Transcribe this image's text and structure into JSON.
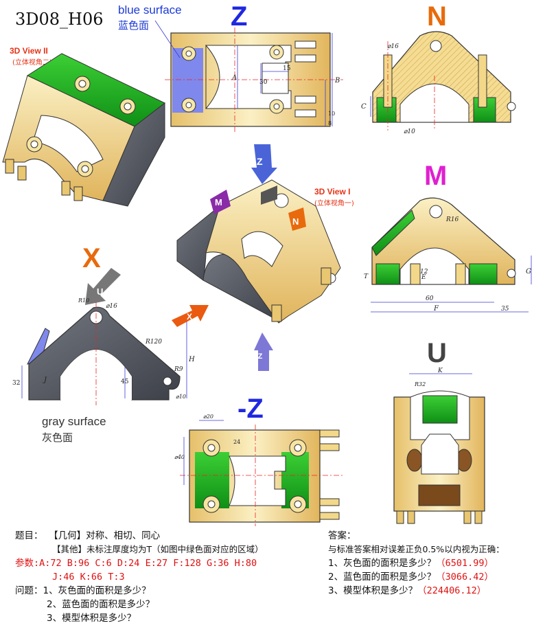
{
  "header": {
    "title": "3D08_H06",
    "blue_label": "blue surface",
    "blue_label_cn": "蓝色面",
    "gray_label": "gray surface",
    "gray_label_cn": "灰色面",
    "view2": "3D View II",
    "view2_cn": "(立体视角二)",
    "view1": "3D View I",
    "view1_cn": "(立体视角一)"
  },
  "views": {
    "z": "Z",
    "n": "N",
    "m": "M",
    "x": "X",
    "u": "U",
    "neg_z": "-Z"
  },
  "arrows": {
    "z": "Z",
    "m": "M",
    "n": "N",
    "u": "U",
    "x": "X",
    "neg_z": "-Z"
  },
  "dims": {
    "a": "A",
    "b": "B",
    "c": "C",
    "e": "E",
    "f": "F",
    "g": "G",
    "h": "H",
    "k": "K",
    "t": "T",
    "j": "J",
    "d30": "30",
    "d15": "15",
    "d10": "10",
    "d8": "8",
    "d16": "⌀16",
    "d10b": "⌀10",
    "r10": "R10",
    "r120": "R120",
    "r9": "R9",
    "d32": "32",
    "d45": "45",
    "d60": "60",
    "d35": "35",
    "d12": "12",
    "d20": "⌀20",
    "d24": "24",
    "d40": "⌀40",
    "r32": "R32",
    "r16": "R16",
    "x_r10": "R10",
    "x_d16": "⌀16",
    "x_d10": "⌀10",
    "u_r32": "R32"
  },
  "problem": {
    "line1_label": "题目：",
    "line1": "【几何】对称、相切、同心",
    "line2": "【其他】未标注厚度均为T（如图中绿色面对应的区域）",
    "params_label": "参数:",
    "params1": "A:72 B:96 C:6 D:24 E:27 F:128 G:36 H:80",
    "params2": "J:46 K:66 T:3",
    "q_label": "问题：",
    "q1": "1、灰色面的面积是多少？",
    "q2": "2、蓝色面的面积是多少？",
    "q3": "3、模型体积是多少？"
  },
  "answer": {
    "label": "答案：",
    "note": "与标准答案相对误差正负0.5%以内视为正确：",
    "a1": "1、灰色面的面积是多少？",
    "a1v": "（6501.99）",
    "a2": "2、蓝色面的面积是多少？",
    "a2v": "（3066.42）",
    "a3": "3、模型体积是多少？",
    "a3v": "（224406.12）"
  },
  "colors": {
    "accent_blue": "#1f28e0",
    "accent_orange": "#e86a0c",
    "accent_magenta": "#e020d0",
    "accent_red": "#e53216",
    "gold": "#f2d98a",
    "green": "#17b31a",
    "gray": "#565a62",
    "blue_face": "#7f88ec"
  }
}
